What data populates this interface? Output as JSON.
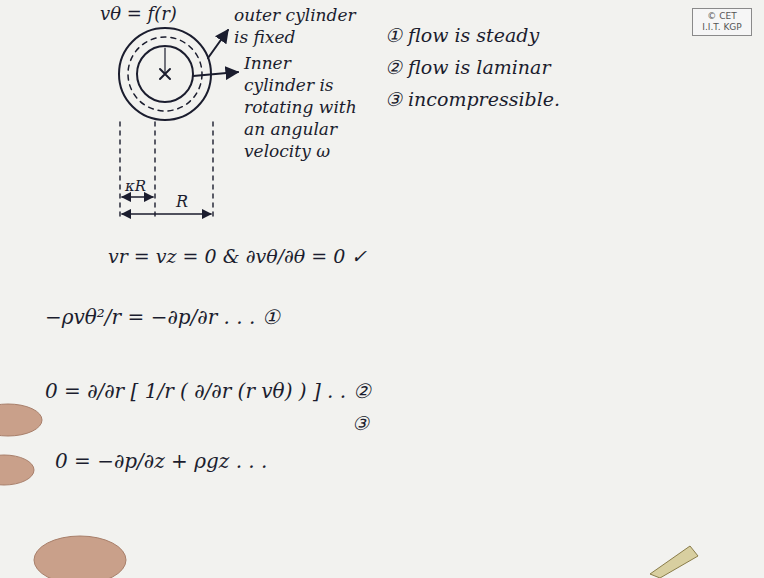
{
  "diagram": {
    "nodes": [
      {
        "text": [
          "© CET I.I.T. KGP"
        ]
      }
    ],
    "labels": [
      "vθ = f(r)",
      "outer cylinder is fixed",
      "Inner cylinder is rotating with an angular velocity ω",
      "① flow is steady",
      "② flow is laminar",
      "③ incompressible.",
      "κR",
      "R",
      "vr = vz = 0 & ∂vθ/∂θ = 0 ✓",
      "−ρvθ²/r = −∂p/∂r . . . ①",
      "0 = ∂/∂r [ 1/r ( ∂/∂r (r vθ) ) ] . . ②",
      "③",
      "0 = −∂p/∂z + ρgz . . ."
    ]
  }
}
